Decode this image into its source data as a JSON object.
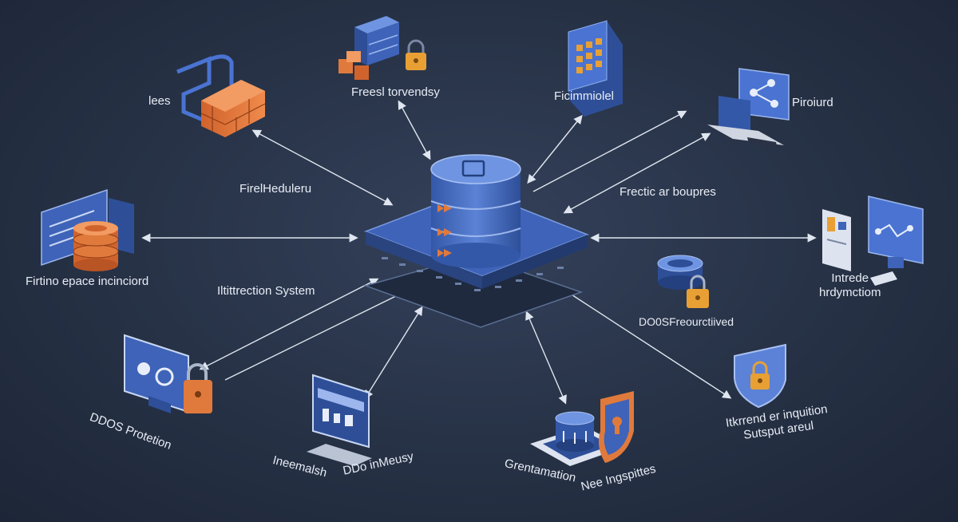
{
  "labels": {
    "firewall": "lees",
    "server": "Freesl torvendsy",
    "files": "Ficimmiolel",
    "laptop": "Piroiurd",
    "center_left": "FirelHeduleru",
    "center_right": "Frectic ar boupres",
    "storage": "Firtino epace incinciord",
    "system": "Iltittrection System",
    "intrusion": "Intrede\nhrdymctiom",
    "ddos_right": "DO0SFreourctiived",
    "ddos_left": "DDOS Protetion",
    "ins": "Ineemalsh",
    "ddo": "DDo inMeusy",
    "gen": "Grentamation",
    "nee": "Nee Ingspittes",
    "shield": "Itkrrend er inquition\nSutsput areul"
  },
  "colors": {
    "background": "#263145",
    "hub_blue": "#3e63b8",
    "hub_light": "#5b82d6",
    "accent_orange": "#e07a3c",
    "arrow": "#dfe6f0"
  }
}
